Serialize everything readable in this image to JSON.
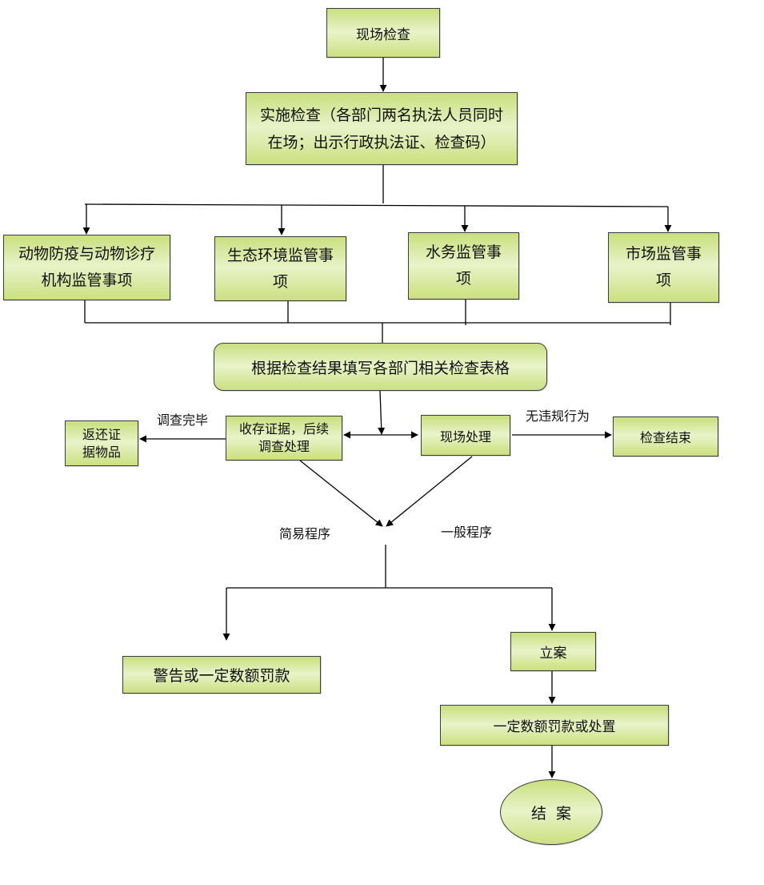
{
  "nodes": {
    "onsite_inspection": "现场检查",
    "implement_inspection": "实施检查（各部门两名执法人员同时在场；出示行政执法证、检查码）",
    "animal_epidemic": "动物防疫与动物诊疗机构监管事项",
    "ecology_environment": "生态环境监管事项",
    "water_affairs": "水务监管事项",
    "market_supervision": "市场监管事项",
    "fill_forms": "根据检查结果填写各部门相关检查表格",
    "collect_evidence": "收存证据，后续调查处理",
    "return_evidence": "返还证据物品",
    "onsite_handling": "现场处理",
    "inspection_end": "检查结束",
    "warning_fine": "警告或一定数额罚款",
    "file_case": "立案",
    "fine_or_punish": "一定数额罚款或处置",
    "close_case": "结  案"
  },
  "labels": {
    "investigation_done": "调查完毕",
    "no_violation": "无违规行为",
    "simple_procedure": "简易程序",
    "general_procedure": "一般程序"
  },
  "colors": {
    "box_fill_top": "#c8df7e",
    "box_fill_mid": "#e9f3c9",
    "border": "#3c3c3c",
    "line": "#000000"
  }
}
